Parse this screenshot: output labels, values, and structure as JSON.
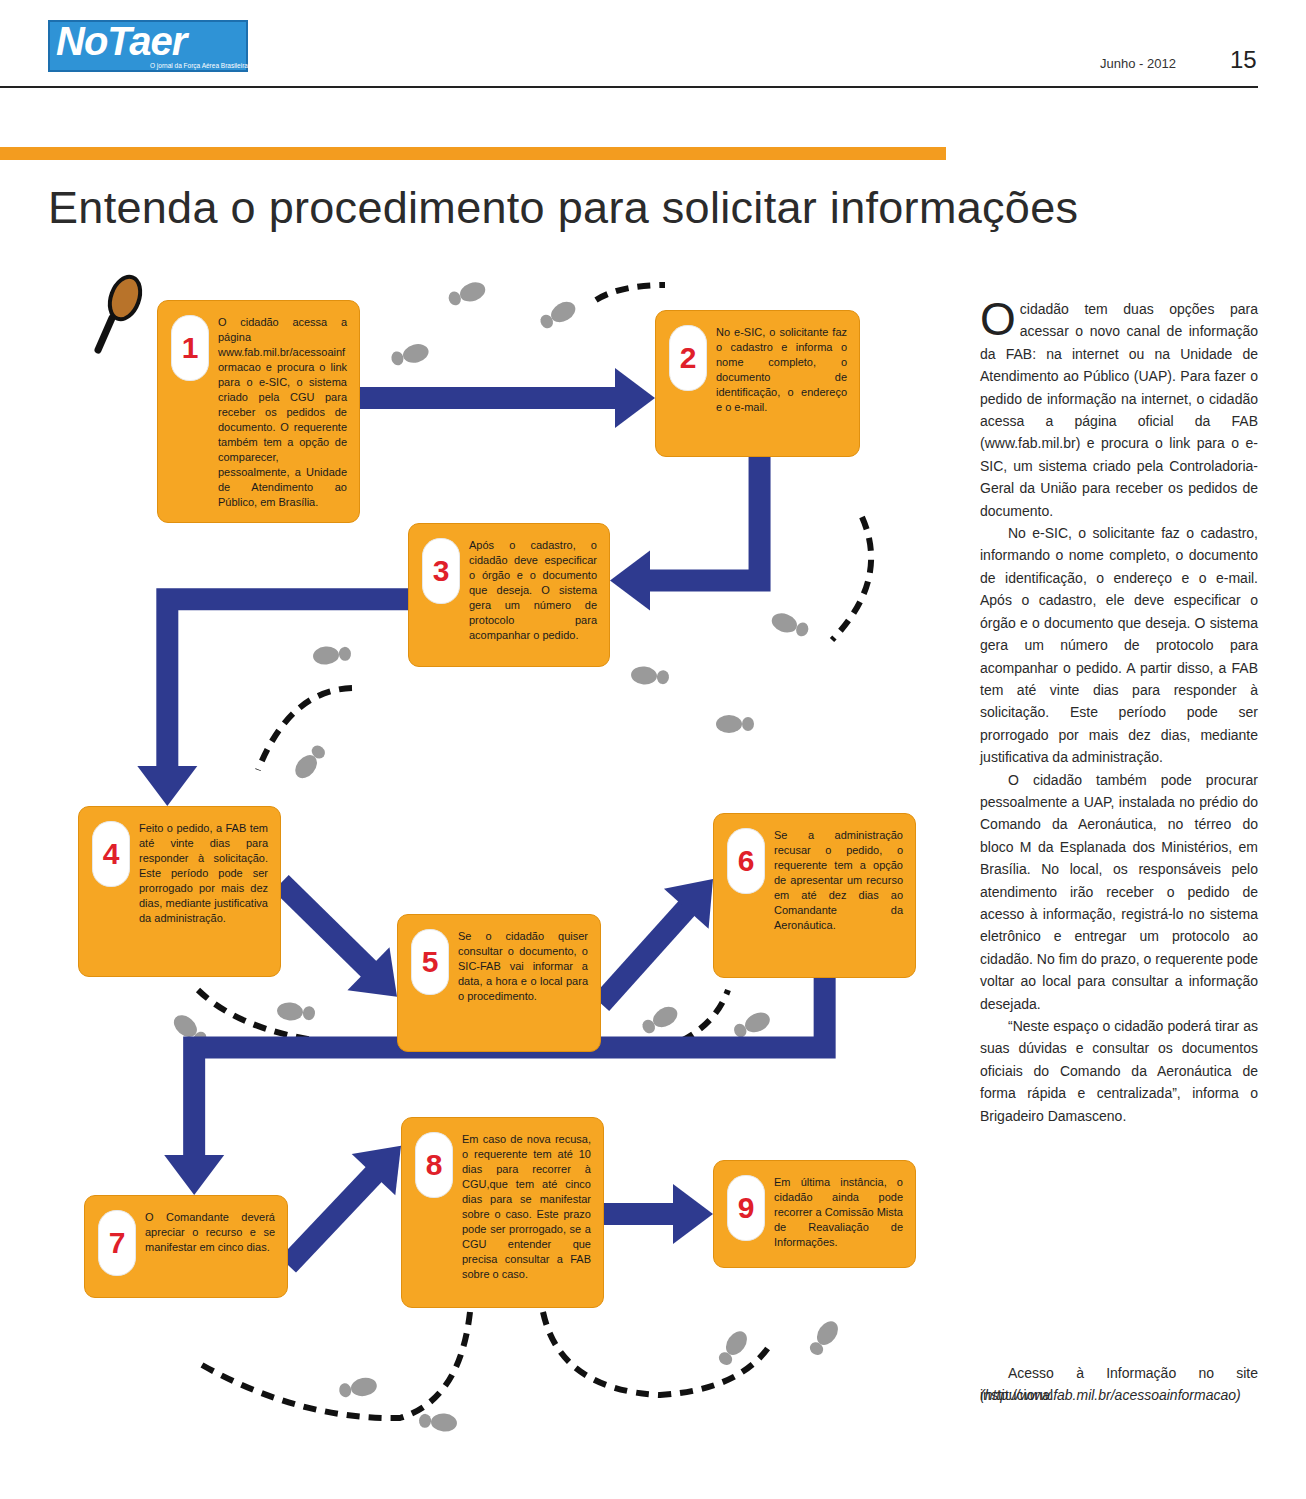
{
  "diagram": {
    "title": "Entenda o procedimento para solicitar informações",
    "nodes": [
      {
        "text": [
          "1",
          "O cidadão acessa a página www.fab.mil.br/acessoainformacao e procura o link para o e-SIC, o sistema criado pela CGU para receber os pedidos de documento. O requerente também tem a opção de comparecer, pessoalmente, a Unidade de Atendimento ao Público, em Brasília."
        ]
      },
      {
        "text": [
          "2",
          "No e-SIC, o solicitante faz o cadastro e informa o nome completo, o documento de identificação, o endereço e o e-mail."
        ]
      },
      {
        "text": [
          "3",
          "Após o cadastro, o cidadão deve especificar o órgão e o documento que deseja. O sistema gera um número de protocolo para acompanhar o pedido."
        ]
      },
      {
        "text": [
          "4",
          "Feito o pedido, a FAB tem até vinte dias para responder à solicitação. Este período pode ser prorrogado por mais dez dias, mediante justificativa da administração."
        ]
      },
      {
        "text": [
          "5",
          "Se o cidadão quiser consultar o documento, o SIC-FAB vai informar a data, a hora e o local para o procedimento."
        ]
      },
      {
        "text": [
          "6",
          "Se a administração recusar o pedido, o requerente tem a opção de apresentar um recurso em até dez dias ao Comandante da Aeronáutica."
        ]
      },
      {
        "text": [
          "7",
          "O Comandante deverá apreciar o recurso e se manifestar em cinco dias."
        ]
      },
      {
        "text": [
          "8",
          "Em caso de nova recusa, o requerente tem até 10 dias para recorrer à CGU,que tem até cinco dias para se manifestar sobre o caso. Este prazo pode ser prorrogado, se a CGU entender que precisa consultar a FAB sobre o caso."
        ]
      },
      {
        "text": [
          "9",
          "Em última instância, o cidadão ainda pode recorrer a Comissão Mista de Reavaliação de Informações."
        ]
      }
    ],
    "edges": [
      {
        "from": 0,
        "to": 1,
        "arrow": "to"
      },
      {
        "from": 1,
        "to": 2,
        "arrow": "to"
      },
      {
        "from": 2,
        "to": 3,
        "arrow": "to"
      },
      {
        "from": 3,
        "to": 4,
        "arrow": "to"
      },
      {
        "from": 4,
        "to": 5,
        "arrow": "to"
      },
      {
        "from": 5,
        "to": 6,
        "arrow": "to"
      },
      {
        "from": 6,
        "to": 7,
        "arrow": "to"
      },
      {
        "from": 7,
        "to": 8,
        "arrow": "to"
      }
    ],
    "labels": [
      "NoTaer",
      "O jornal da Força Aérea Brasileira",
      "Junho - 2012",
      "15",
      "O cidadão tem duas opções para acessar o novo canal de informação da FAB: na internet ou na Unidade de Atendimento ao Público (UAP). Para fazer o pedido de informação na internet, o cidadão acessa a página oficial da FAB (www.fab.mil.br) e procura o link para o e-SIC, um sistema criado pela Controladoria-Geral da União para receber os pedidos de documento.",
      "No e-SIC, o solicitante faz o cadastro, informando o nome completo, o documento de identificação, o endereço e o e-mail. Após o cadastro, ele deve especificar o órgão e o documento que deseja. O sistema gera um número de protocolo para acompanhar o pedido. A partir disso, a FAB tem até vinte dias para responder à solicitação. Este período pode ser prorrogado por mais dez dias, mediante justificativa da administração.",
      "O cidadão também pode procurar pessoalmente a UAP, instalada no prédio do Comando da Aeronáutica, no térreo do bloco M da Esplanada dos Ministérios, em Brasília. No local, os responsáveis pelo atendimento irão receber o pedido de acesso à informação, registrá-lo no sistema eletrônico e entregar um protocolo ao cidadão. No fim do prazo, o requerente pode voltar ao local para consultar a informação desejada.",
      "“Neste espaço o cidadão poderá tirar as suas dúvidas e consultar os documentos oficiais do Comando da Aeronáutica de forma rápida e centralizada”, informa o Brigadeiro Damasceno.",
      "Acesso à Informação no site institucional",
      "(http://www.fab.mil.br/acessoainformacao)"
    ]
  }
}
